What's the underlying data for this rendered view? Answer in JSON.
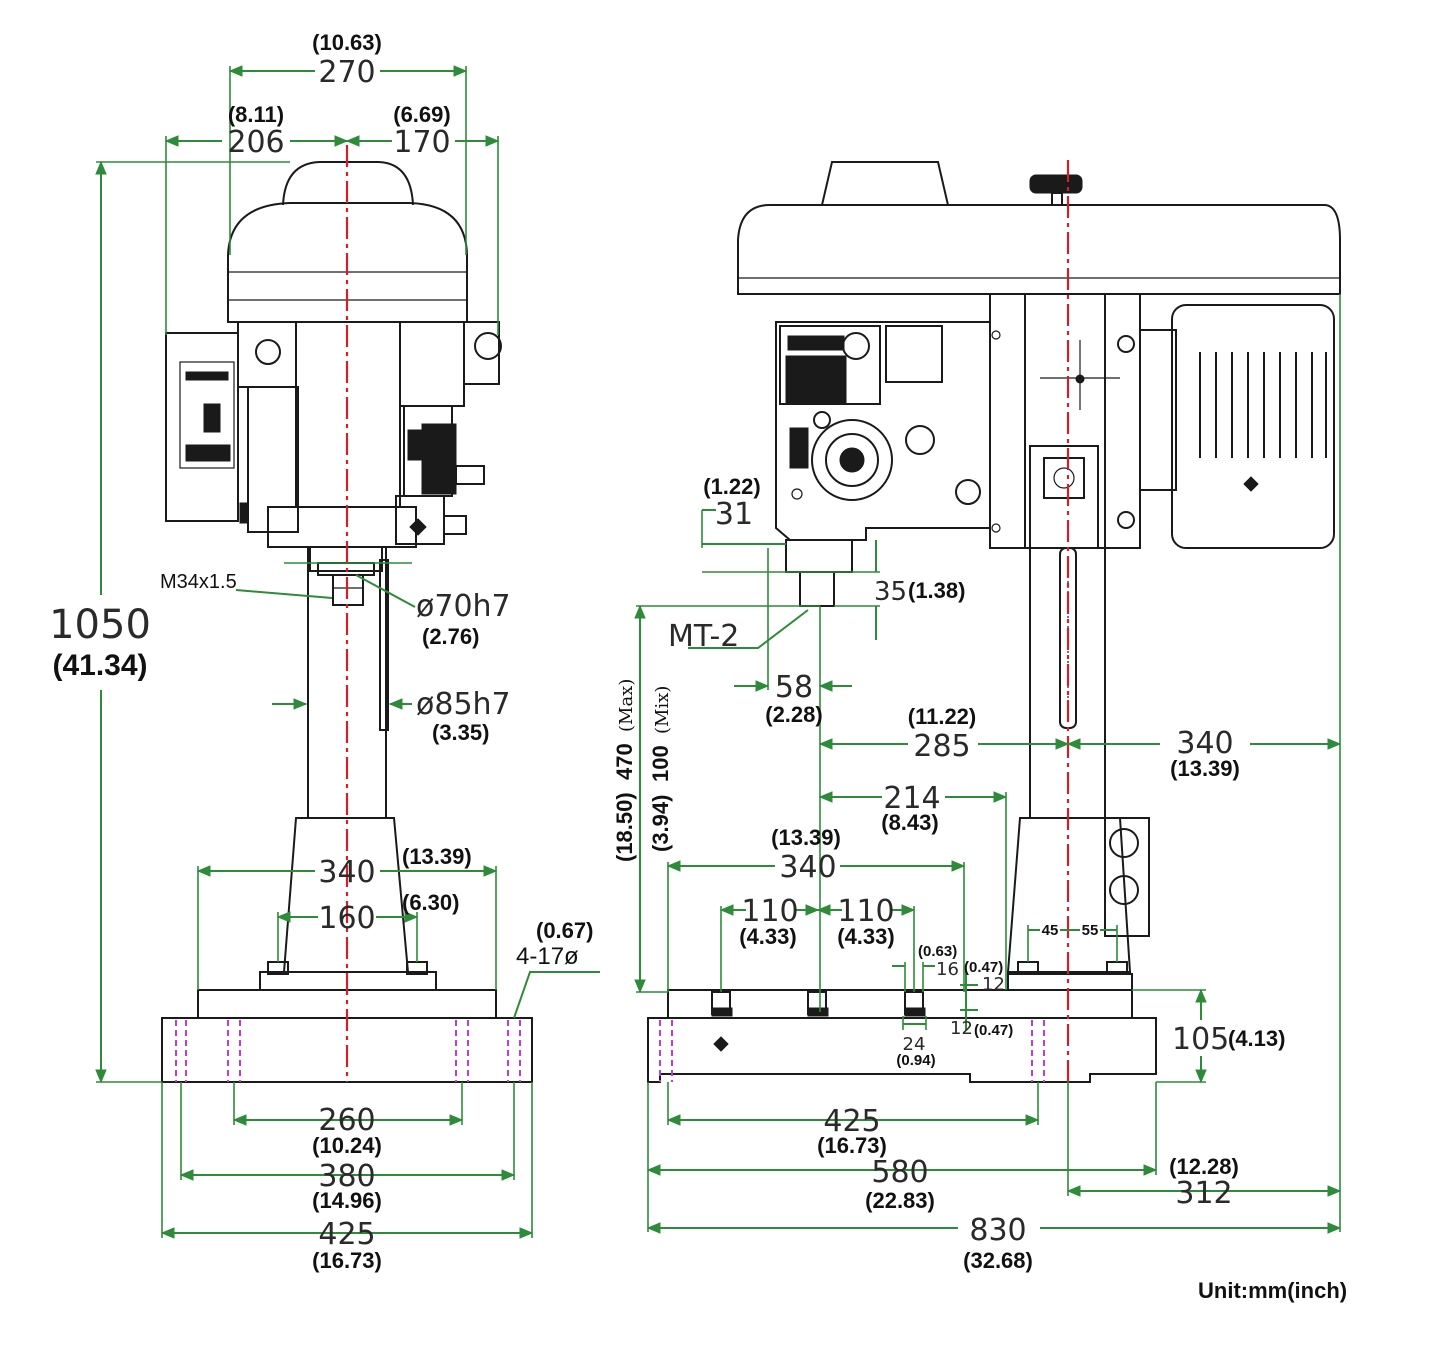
{
  "dimensions": {
    "left_top_width": "270",
    "left_top_width_in": "(10.63)",
    "left_left_offset": "206",
    "left_left_offset_in": "(8.11)",
    "left_right_offset": "170",
    "left_right_offset_in": "(6.69)",
    "overall_height": "1050",
    "overall_height_in": "(41.34)",
    "spindle_thread": "M34x1.5",
    "quill_dia": "ø70h7",
    "quill_dia_in": "(2.76)",
    "column_dia": "ø85h7",
    "column_dia_in": "(3.35)",
    "left_base_340": "340",
    "left_base_340_in": "(13.39)",
    "left_base_160": "160",
    "left_base_160_in": "(6.30)",
    "hole_size_in": "(0.67)",
    "hole_size": "4-17ø",
    "left_bottom_260": "260",
    "left_bottom_260_in": "(10.24)",
    "left_bottom_380": "380",
    "left_bottom_380_in": "(14.96)",
    "left_bottom_425": "425",
    "left_bottom_425_in": "(16.73)",
    "right_31_in": "(1.22)",
    "right_31": "31",
    "right_35": "35",
    "right_35_in": "(1.38)",
    "taper": "MT-2",
    "right_58": "58",
    "right_58_in": "(2.28)",
    "stroke_max_in": "(18.50)",
    "stroke_max": "470",
    "stroke_max_note": "(Max)",
    "stroke_min_in": "(3.94)",
    "stroke_min": "100",
    "stroke_min_note": "(Mix)",
    "right_285_in": "(11.22)",
    "right_285": "285",
    "right_340": "340",
    "right_340_in": "(13.39)",
    "right_214": "214",
    "right_214_in": "(8.43)",
    "table_340_in": "(13.39)",
    "table_340": "340",
    "slot_110a": "110",
    "slot_110a_in": "(4.33)",
    "slot_110b": "110",
    "slot_110b_in": "(4.33)",
    "slot_16_in": "(0.63)",
    "slot_16": "16",
    "slot_16_in2": "(0.47)",
    "slot_12a": "12",
    "slot_12b": "12",
    "slot_12b_in": "(0.47)",
    "slot_24": "24",
    "slot_24_in": "(0.94)",
    "bolt_45": "45",
    "bolt_55": "55",
    "base_height": "105",
    "base_height_in": "(4.13)",
    "right_425": "425",
    "right_425_in": "(16.73)",
    "right_580": "580",
    "right_580_in": "(22.83)",
    "right_312_in": "(12.28)",
    "right_312": "312",
    "overall_length": "830",
    "overall_length_in": "(32.68)"
  },
  "unit_note": "Unit:mm(inch)",
  "colors": {
    "dimension": "#2e8b3a",
    "centerline": "#d0202a",
    "hole": "#c23bd6",
    "machine": "#1a1a1a"
  }
}
